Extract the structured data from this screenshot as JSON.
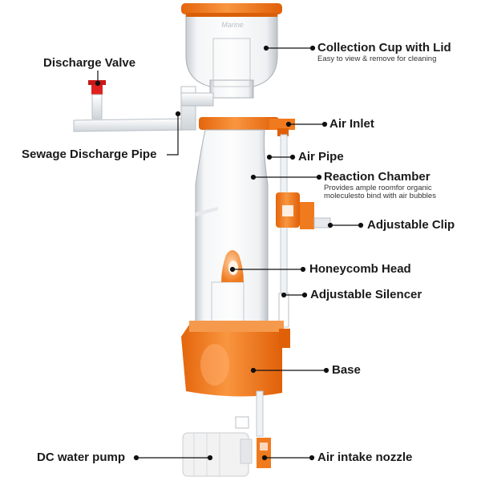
{
  "brand_mark": "Marine",
  "labels": {
    "collection_cup": "Collection Cup with Lid",
    "collection_cup_desc": "Easy to view & remove for cleaning",
    "discharge_valve": "Discharge Valve",
    "air_inlet": "Air Inlet",
    "sewage_pipe": "Sewage Discharge Pipe",
    "air_pipe": "Air Pipe",
    "reaction_chamber": "Reaction Chamber",
    "reaction_desc_1": "Provides ample roomfor organic",
    "reaction_desc_2": "moleculesto bind with air bubbles",
    "adjustable_clip": "Adjustable Clip",
    "honeycomb_head": "Honeycomb Head",
    "adjustable_silencer": "Adjustable Silencer",
    "base": "Base",
    "dc_pump": "DC water pump",
    "air_nozzle": "Air intake nozzle"
  },
  "colors": {
    "accent": "#f07a1e",
    "accent_dark": "#d95f08",
    "valve_red": "#e02020",
    "pump_white": "#f2f2f2",
    "text": "#1a1a1a"
  }
}
